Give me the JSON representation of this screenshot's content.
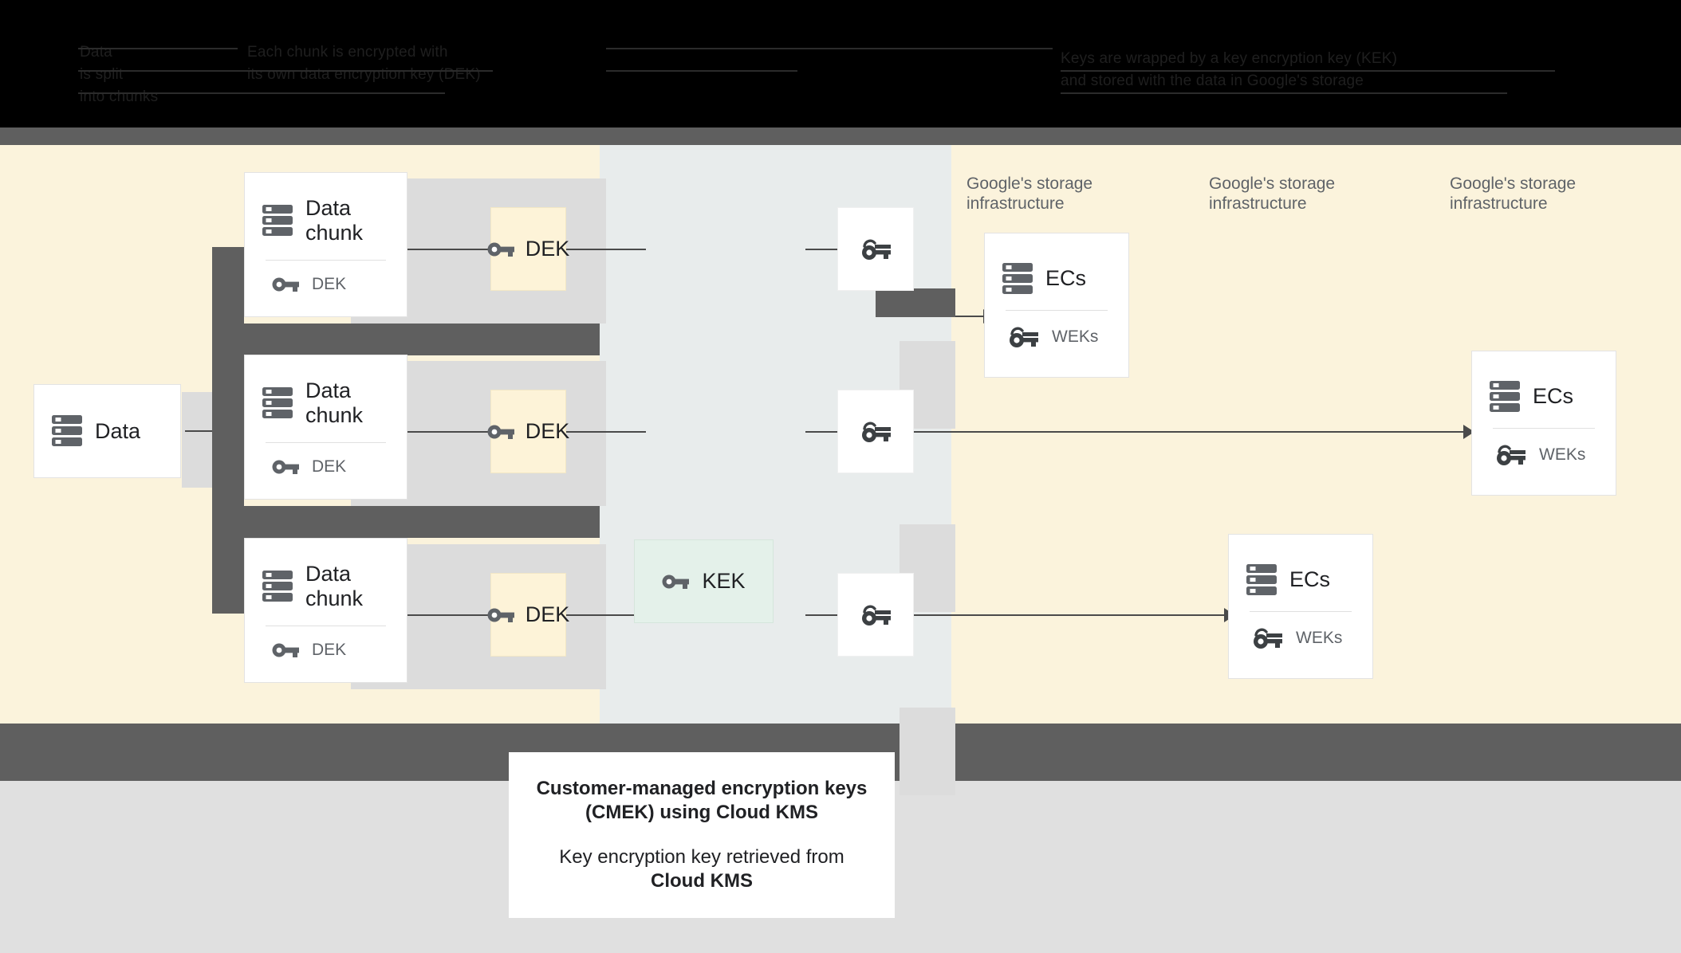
{
  "top_caption": {
    "visible": false,
    "note_col1": "Data\nis split\ninto chunks",
    "note_col2": "Each chunk is encrypted with\nits own data encryption key (DEK)",
    "note_col3": "Keys are wrapped by a key encryption key (KEK)\nand stored with the data in Google's storage"
  },
  "diagram": {
    "source": {
      "label": "Data",
      "icon": "storage-icon"
    },
    "chunks": [
      {
        "title": "Data\nchunk",
        "key_label": "DEK",
        "key_icon": "key-icon"
      },
      {
        "title": "Data\nchunk",
        "key_label": "DEK",
        "key_icon": "key-icon"
      },
      {
        "title": "Data\nchunk",
        "key_label": "DEK",
        "key_icon": "key-icon"
      }
    ],
    "deks": [
      {
        "label": "DEK",
        "icon": "key-icon"
      },
      {
        "label": "DEK",
        "icon": "key-icon"
      },
      {
        "label": "DEK",
        "icon": "key-icon"
      }
    ],
    "kek": {
      "label": "KEK",
      "icon": "key-icon"
    },
    "wrapped_keys": [
      {
        "icon": "wrapped-key-icon"
      },
      {
        "icon": "wrapped-key-icon"
      },
      {
        "icon": "wrapped-key-icon"
      }
    ],
    "storage_labels": [
      "Google's storage\ninfrastructure",
      "Google's storage\ninfrastructure",
      "Google's storage\ninfrastructure"
    ],
    "ec_cards": [
      {
        "title": "ECs",
        "key_label": "WEKs",
        "icon": "storage-icon",
        "key_icon": "wrapped-key-icon"
      },
      {
        "title": "ECs",
        "key_label": "WEKs",
        "icon": "storage-icon",
        "key_icon": "wrapped-key-icon"
      },
      {
        "title": "ECs",
        "key_label": "WEKs",
        "icon": "storage-icon",
        "key_icon": "wrapped-key-icon"
      }
    ]
  },
  "caption": {
    "line1": "Customer-managed encryption keys\n(CMEK) using Cloud KMS",
    "line2_pre": "Key encryption key retrieved from",
    "line2_bold": "Cloud KMS"
  },
  "colors": {
    "canvas_cream": "#fbf3dc",
    "canvas_bluegrey": "#e8ecec",
    "kek_green": "#e4f1ea",
    "dek_cream": "#fdf3d8",
    "frame_grey": "#5f5f5f",
    "pad_grey": "#dcdcdc",
    "icon_grey": "#5f6368",
    "text_dark": "#202124"
  }
}
